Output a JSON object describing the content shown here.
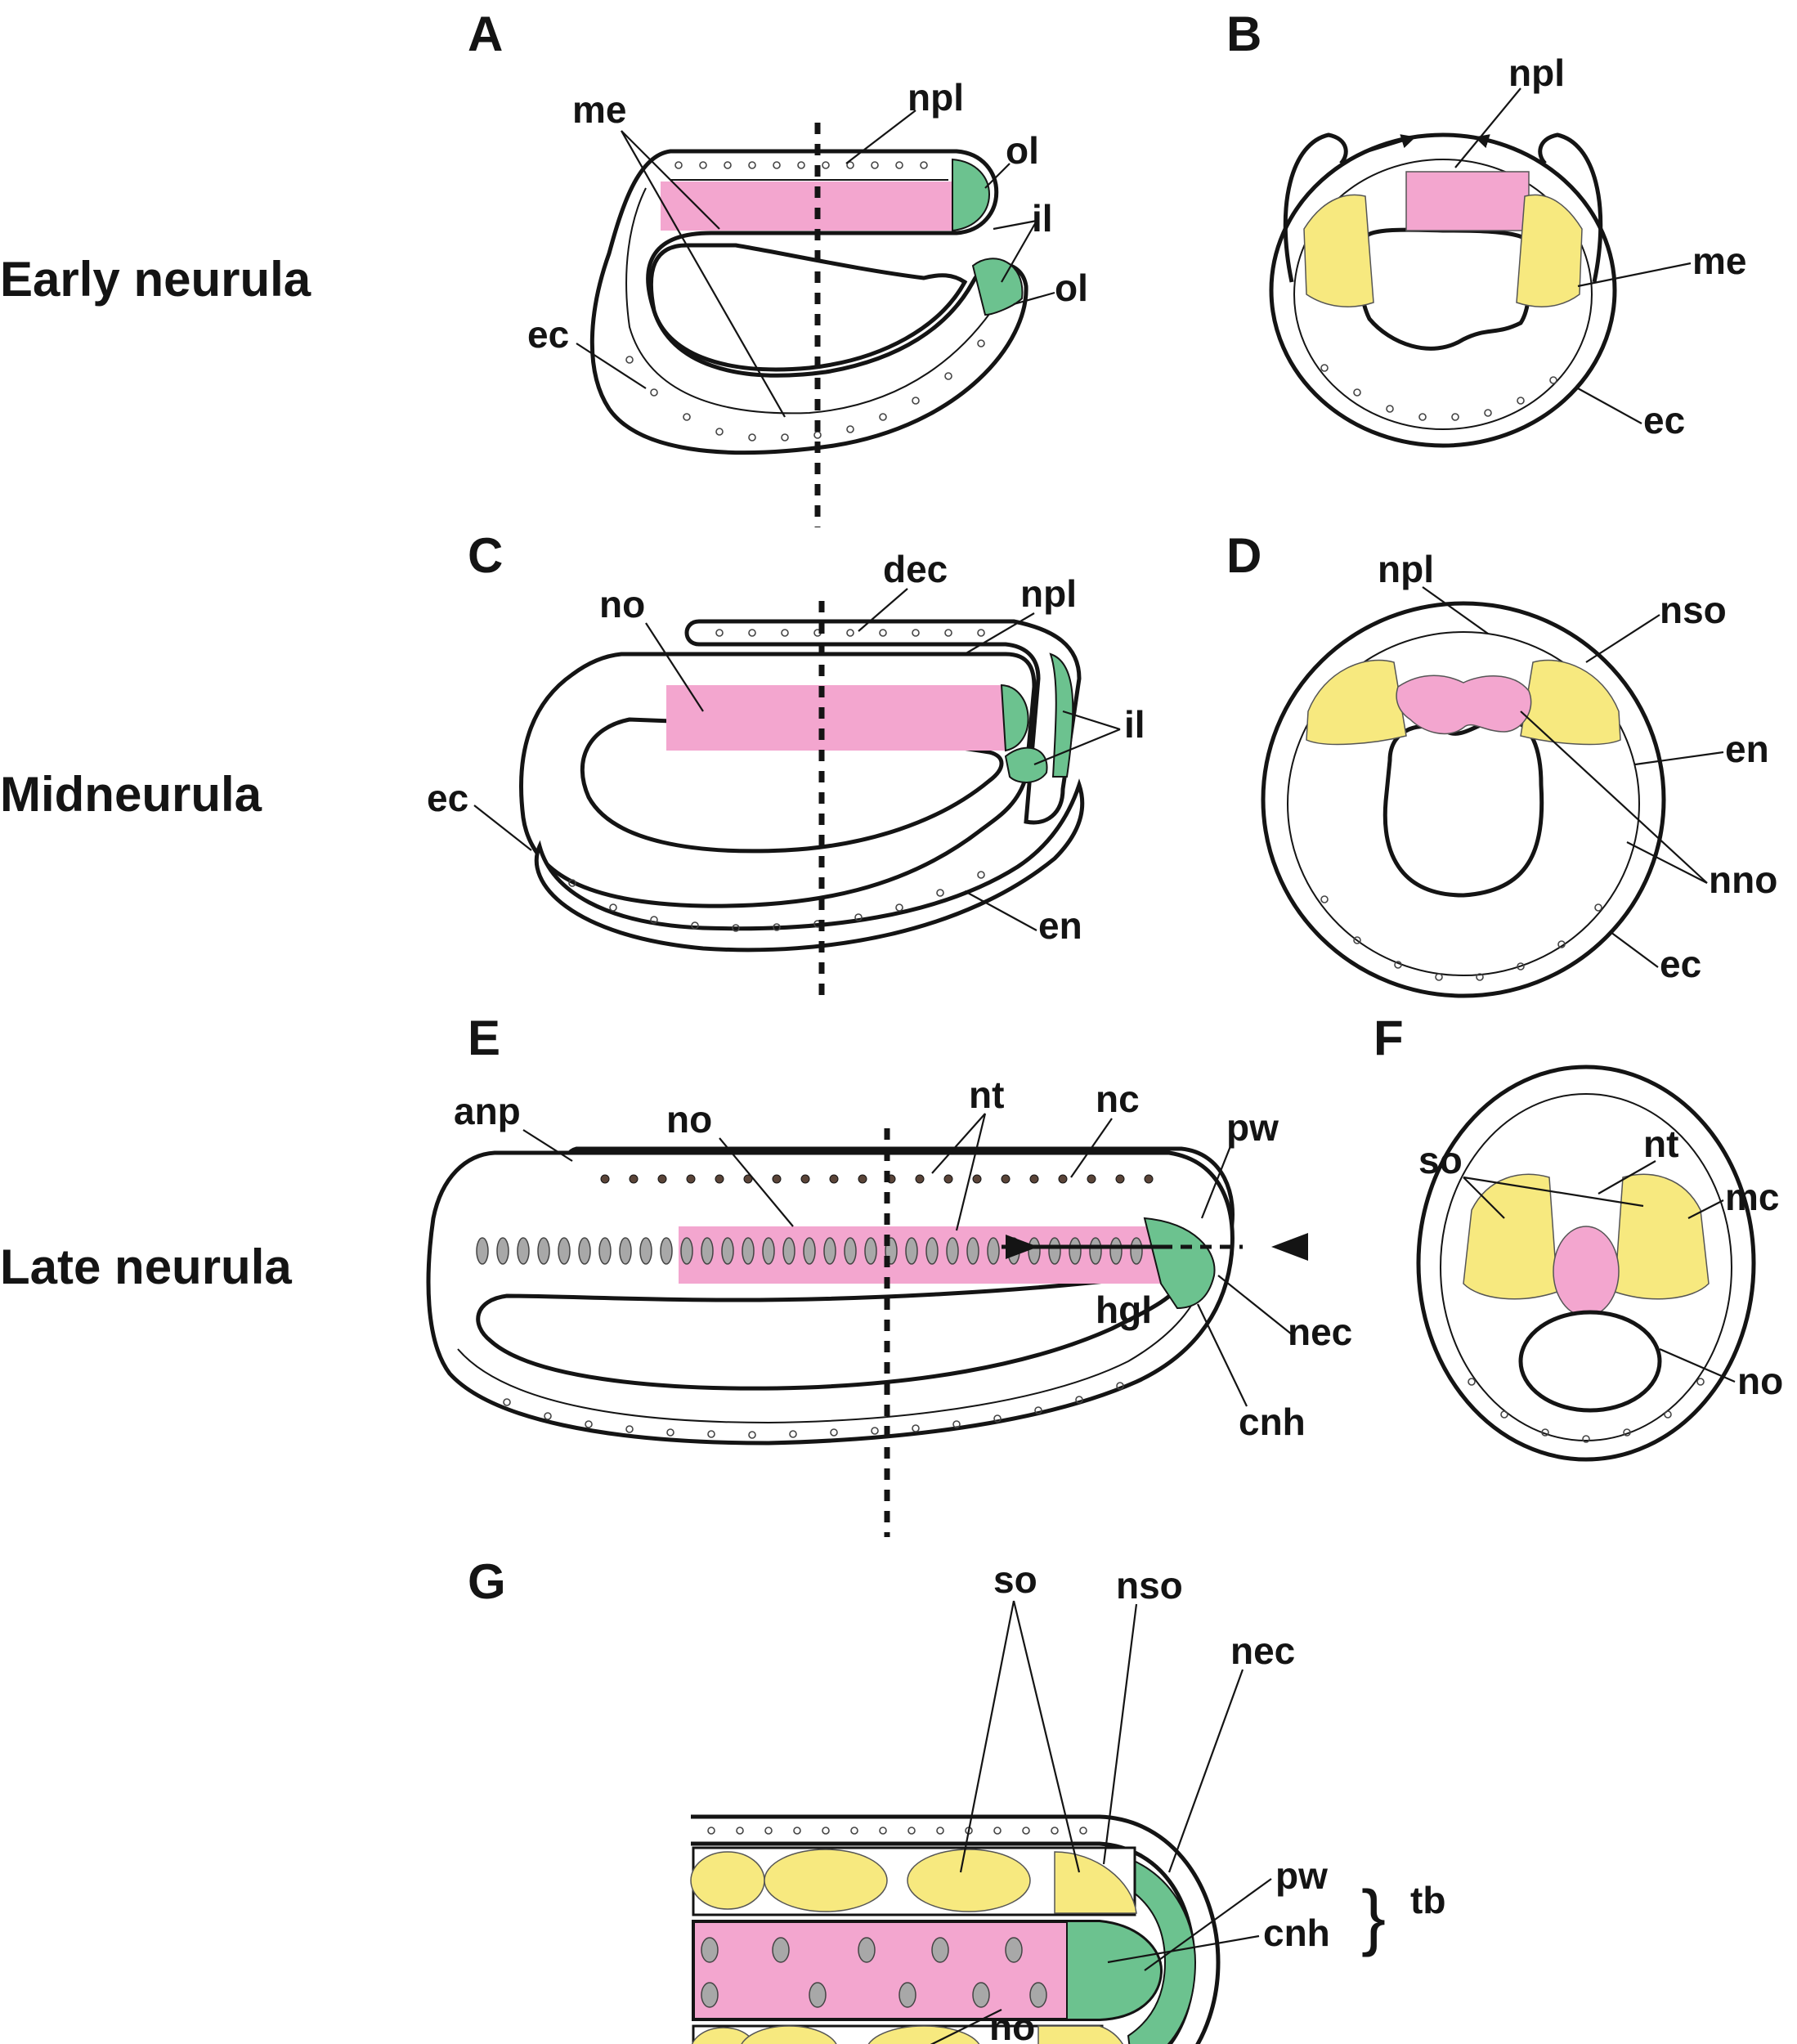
{
  "rows": {
    "early": "Early neurula",
    "mid": "Midneurula",
    "late": "Late neurula"
  },
  "panels": {
    "A": "A",
    "B": "B",
    "C": "C",
    "D": "D",
    "E": "E",
    "F": "F",
    "G": "G"
  },
  "labels": {
    "A": {
      "me": "me",
      "npl": "npl",
      "ol_top": "ol",
      "il": "il",
      "ol_bottom": "ol",
      "ec": "ec"
    },
    "B": {
      "npl": "npl",
      "me": "me",
      "ec": "ec"
    },
    "C": {
      "no": "no",
      "dec": "dec",
      "npl": "npl",
      "il": "il",
      "ec": "ec",
      "en": "en"
    },
    "D": {
      "npl": "npl",
      "nso": "nso",
      "en": "en",
      "nno": "nno",
      "ec": "ec"
    },
    "E": {
      "anp": "anp",
      "no": "no",
      "nt": "nt",
      "nc": "nc",
      "pw": "pw",
      "hgl": "hgl",
      "nec": "nec",
      "cnh": "cnh"
    },
    "F": {
      "so": "so",
      "nt": "nt",
      "mc": "mc",
      "no": "no"
    },
    "G": {
      "so": "so",
      "nso": "nso",
      "nec": "nec",
      "pw": "pw",
      "cnh": "cnh",
      "tb": "tb",
      "brace": "}",
      "no": "no"
    }
  },
  "colors": {
    "notochord": "#f3a6cf",
    "mesoderm": "#f7e97f",
    "posterior": "#6cc28f",
    "outline": "#141414"
  }
}
